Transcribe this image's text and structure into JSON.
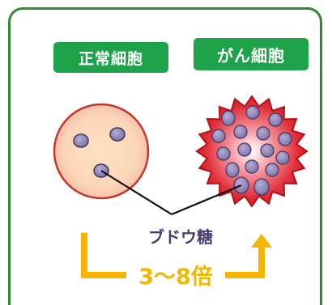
{
  "labels": {
    "normal_cell": "正常細胞",
    "cancer_cell": "がん細胞"
  },
  "glucose_label": "ブドウ糖",
  "multiplier_label": "3〜8倍",
  "colors": {
    "frame": "#2e8b2e",
    "label_bg": "#1ea34a",
    "label_text": "#ffffff",
    "normal_cell_fill": "#fbe0c8",
    "normal_cell_stroke": "#c0392b",
    "cancer_cell_fill": "#d9232e",
    "glucose_particle": "#8e86b8",
    "arrow": "#f7b500",
    "glucose_text": "#4a3d73"
  },
  "icons": {
    "normal_cell": "normal-cell-icon",
    "cancer_cell": "cancer-cell-icon",
    "arrow": "up-arrow-icon"
  }
}
